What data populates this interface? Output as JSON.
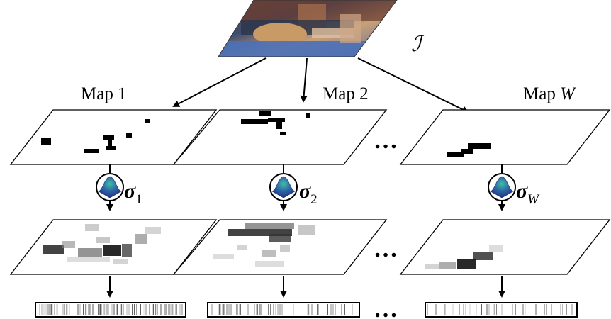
{
  "input_symbol": "ℐ",
  "maps": [
    {
      "label_prefix": "Map ",
      "label_suffix": "1",
      "sigma": "σ",
      "sigma_sub": "1"
    },
    {
      "label_prefix": "Map ",
      "label_suffix": "2",
      "sigma": "σ",
      "sigma_sub": "2"
    },
    {
      "label_prefix": "Map ",
      "label_suffix": "W",
      "sigma": "σ",
      "sigma_sub": "W"
    }
  ],
  "ellipsis": "…",
  "icons": {
    "photo": "input-photo-icon",
    "gaussian": "gaussian-filter-icon"
  },
  "colors": {
    "gauss_top": "#36b0a0",
    "gauss_mid": "#2e6aa8",
    "gauss_base": "#1f2a7a",
    "feature_bar": "#555555"
  }
}
